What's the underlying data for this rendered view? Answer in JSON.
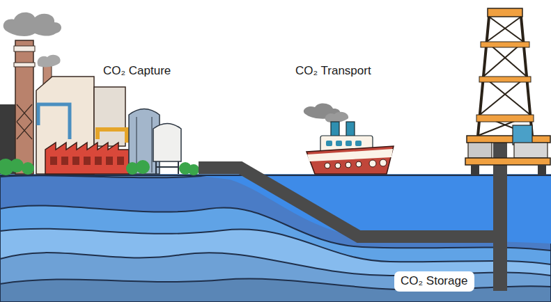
{
  "diagram": {
    "nodes": [
      {
        "text": [
          "CO₂ Storage"
        ]
      }
    ],
    "labels": [
      "CO₂ Capture",
      "CO₂ Transport"
    ]
  }
}
